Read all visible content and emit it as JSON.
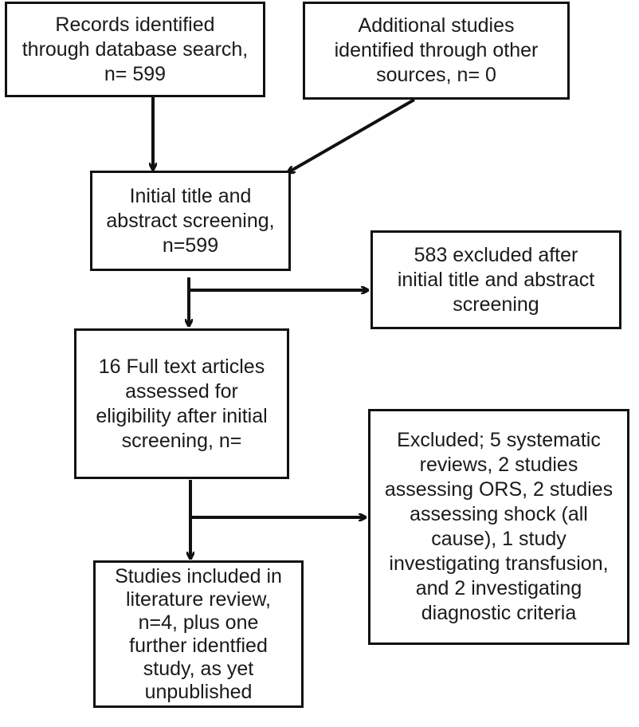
{
  "flowchart": {
    "nodes": [
      {
        "id": "records-identified",
        "text": "Records identified\nthrough database search,\nn=  599"
      },
      {
        "id": "additional-studies",
        "text": "Additional studies\nidentified through other\nsources, n= 0"
      },
      {
        "id": "initial-screening",
        "text": "Initial title and\nabstract screening,\nn=599"
      },
      {
        "id": "excluded-initial",
        "text": "583 excluded after\ninitial title and abstract\nscreening"
      },
      {
        "id": "full-text-assessed",
        "text": "16 Full text articles\nassessed for\neligibility after initial\nscreening, n="
      },
      {
        "id": "excluded-full-text",
        "text": "Excluded; 5 systematic\nreviews, 2 studies\nassessing ORS, 2 studies\nassessing shock (all\ncause), 1 study\ninvestigating transfusion,\nand 2 investigating\ndiagnostic criteria"
      },
      {
        "id": "studies-included",
        "text": "Studies included in\nliterature review,\nn=4, plus one\nfurther identfied\nstudy, as yet\nunpublished"
      }
    ],
    "edges": [
      {
        "from": "records-identified",
        "to": "initial-screening"
      },
      {
        "from": "additional-studies",
        "to": "initial-screening"
      },
      {
        "from": "initial-screening",
        "to": "full-text-assessed"
      },
      {
        "from": "initial-screening",
        "to": "excluded-initial"
      },
      {
        "from": "full-text-assessed",
        "to": "studies-included"
      },
      {
        "from": "full-text-assessed",
        "to": "excluded-full-text"
      }
    ]
  }
}
